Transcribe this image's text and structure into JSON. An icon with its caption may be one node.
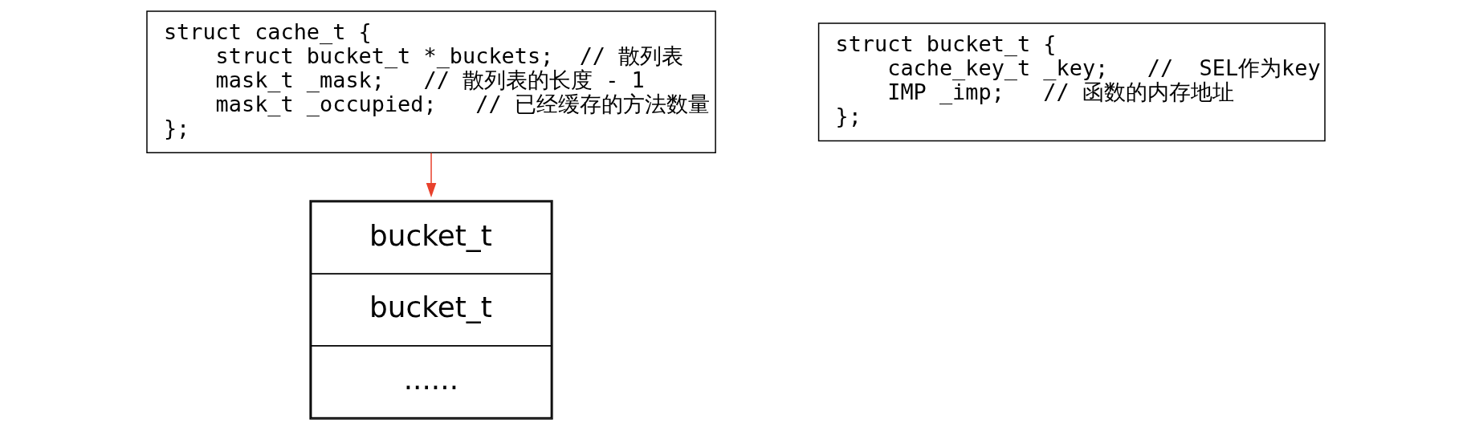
{
  "diagram": {
    "nodes": [
      {
        "text": [
          "struct cache_t {",
          "struct bucket_t *_buckets;  // 散列表",
          "mask_t _mask;   // 散列表的长度 - 1",
          "mask_t _occupied;   // 已经缓存的方法数量",
          "};"
        ]
      },
      {
        "text": [
          "bucket_t",
          "bucket_t",
          "......"
        ]
      },
      {
        "text": [
          "struct bucket_t {",
          "cache_key_t _key;   //  SEL作为key",
          "IMP _imp;   // 函数的内存地址",
          "};"
        ]
      }
    ],
    "edges": [
      {
        "from": 0,
        "to": 1,
        "arrow": "to",
        "color": "#e8412c"
      }
    ]
  }
}
